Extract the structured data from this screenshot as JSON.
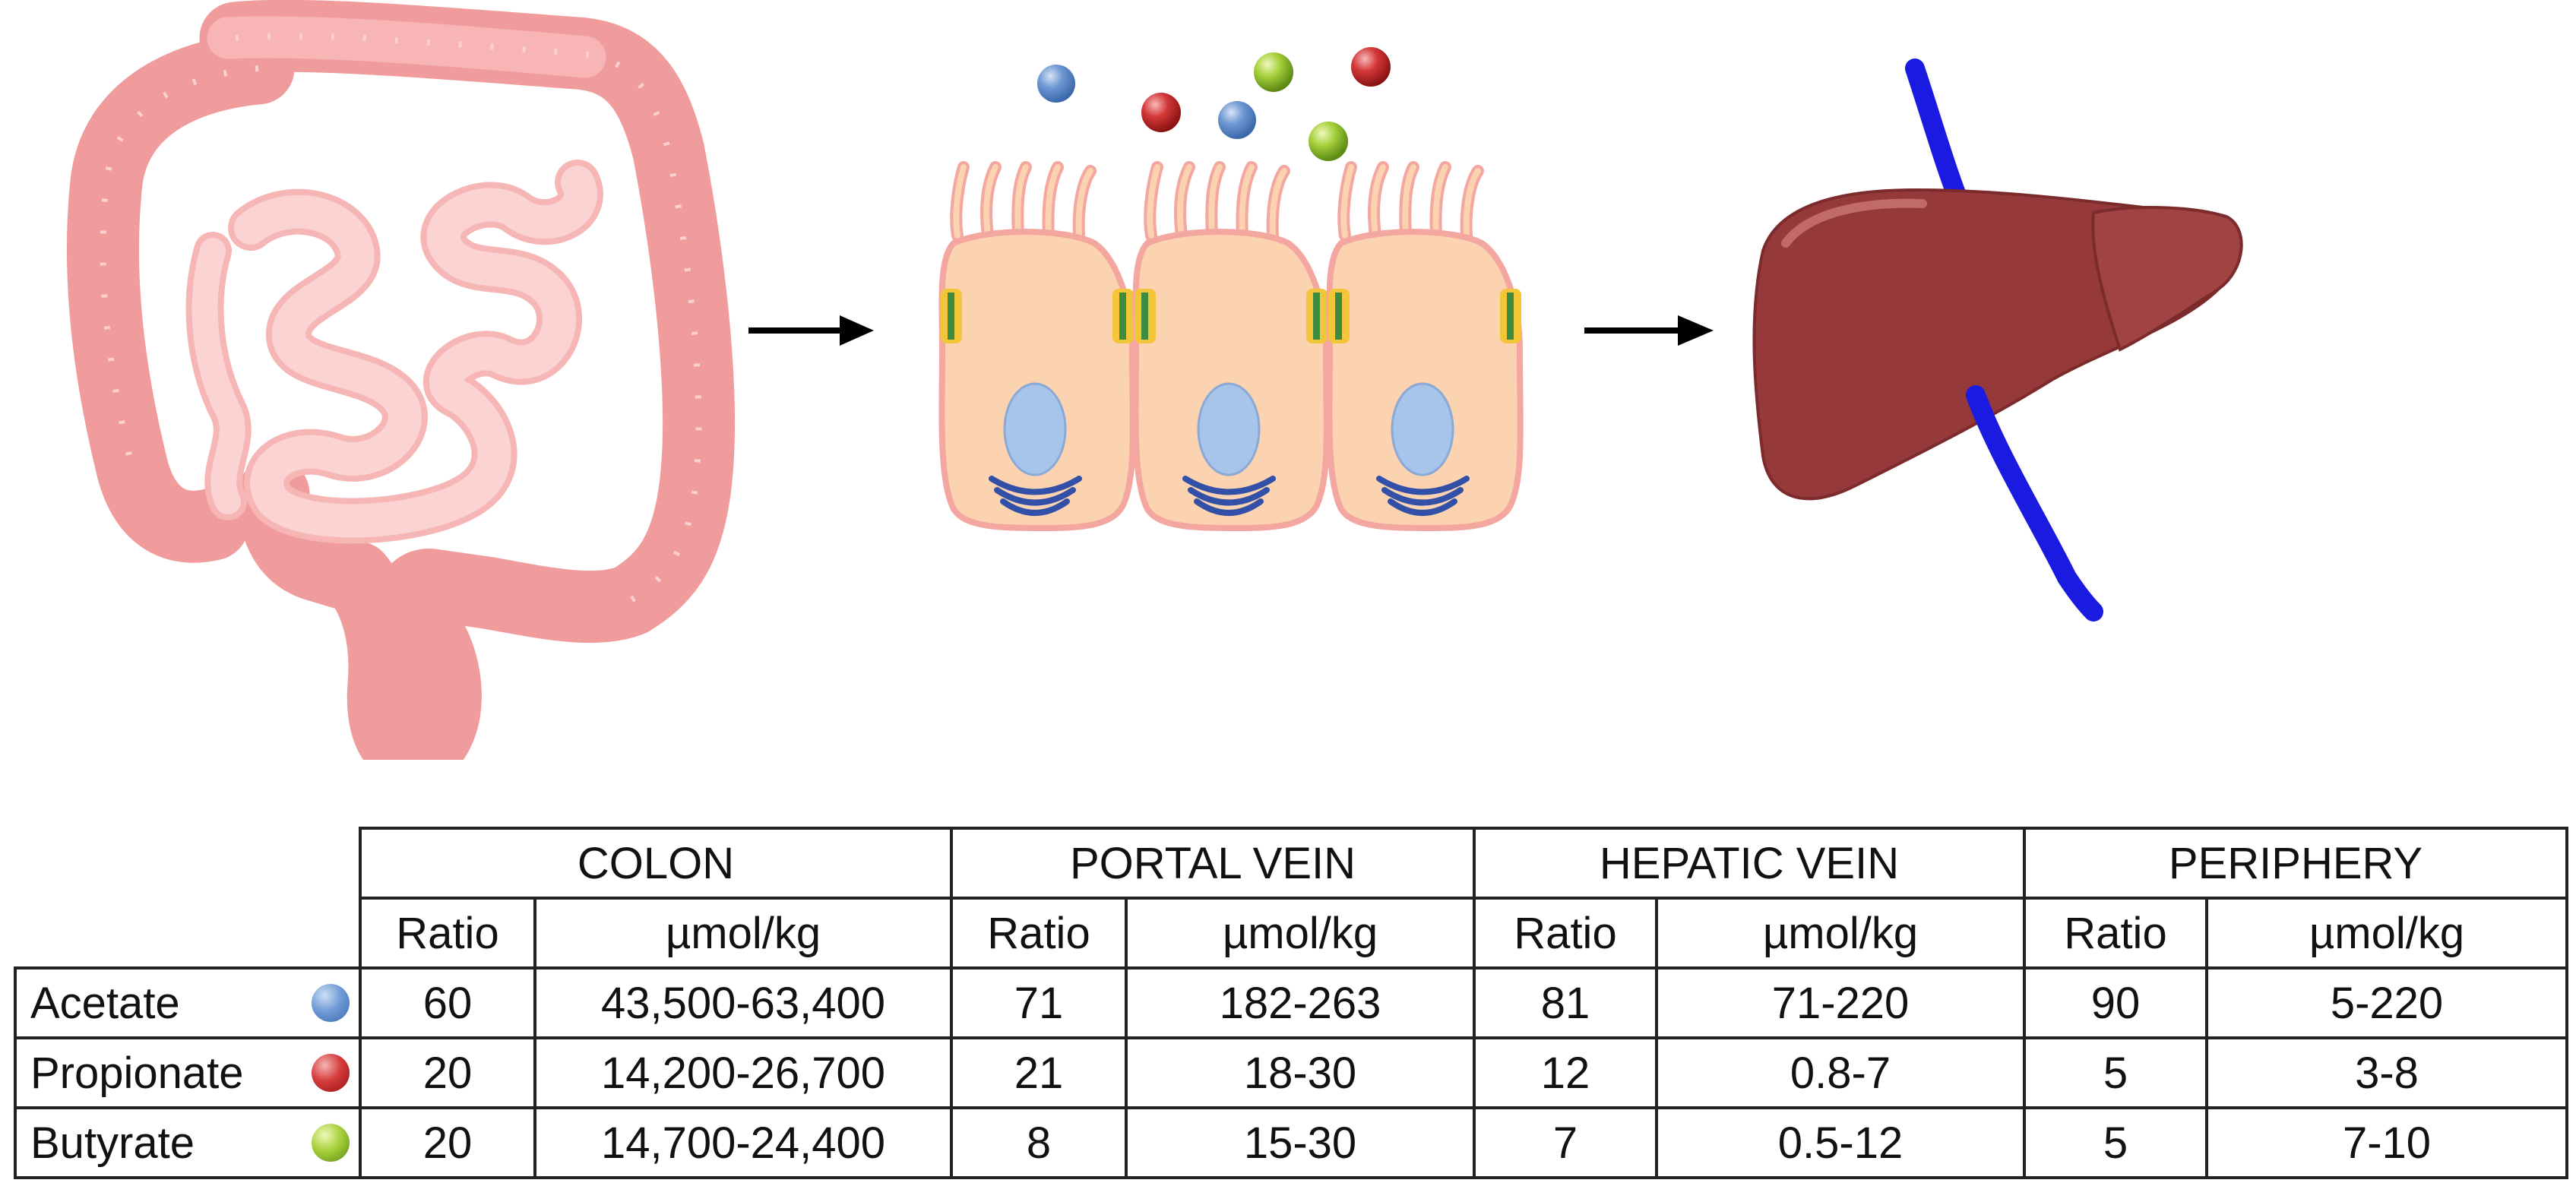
{
  "table": {
    "header_groups": [
      "COLON",
      "PORTAL VEIN",
      "HEPATIC VEIN",
      "PERIPHERY"
    ],
    "sub_headers": [
      "Ratio",
      "µmol/kg"
    ],
    "rows": [
      {
        "name": "Acetate",
        "dot_color": "blue",
        "values": [
          "60",
          "43,500-63,400",
          "71",
          "182-263",
          "81",
          "71-220",
          "90",
          "5-220"
        ]
      },
      {
        "name": "Propionate",
        "dot_color": "red",
        "values": [
          "20",
          "14,200-26,700",
          "21",
          "18-30",
          "12",
          "0.8-7",
          "5",
          "3-8"
        ]
      },
      {
        "name": "Butyrate",
        "dot_color": "green",
        "values": [
          "20",
          "14,700-24,400",
          "8",
          "15-30",
          "7",
          "0.5-12",
          "5",
          "7-10"
        ]
      }
    ]
  },
  "colors": {
    "intestine": "#f8a6a6",
    "cell_body": "#fbd3b0",
    "liver": "#96393a",
    "vein": "#1a1ae0",
    "nucleus": "#a7c4ea"
  }
}
